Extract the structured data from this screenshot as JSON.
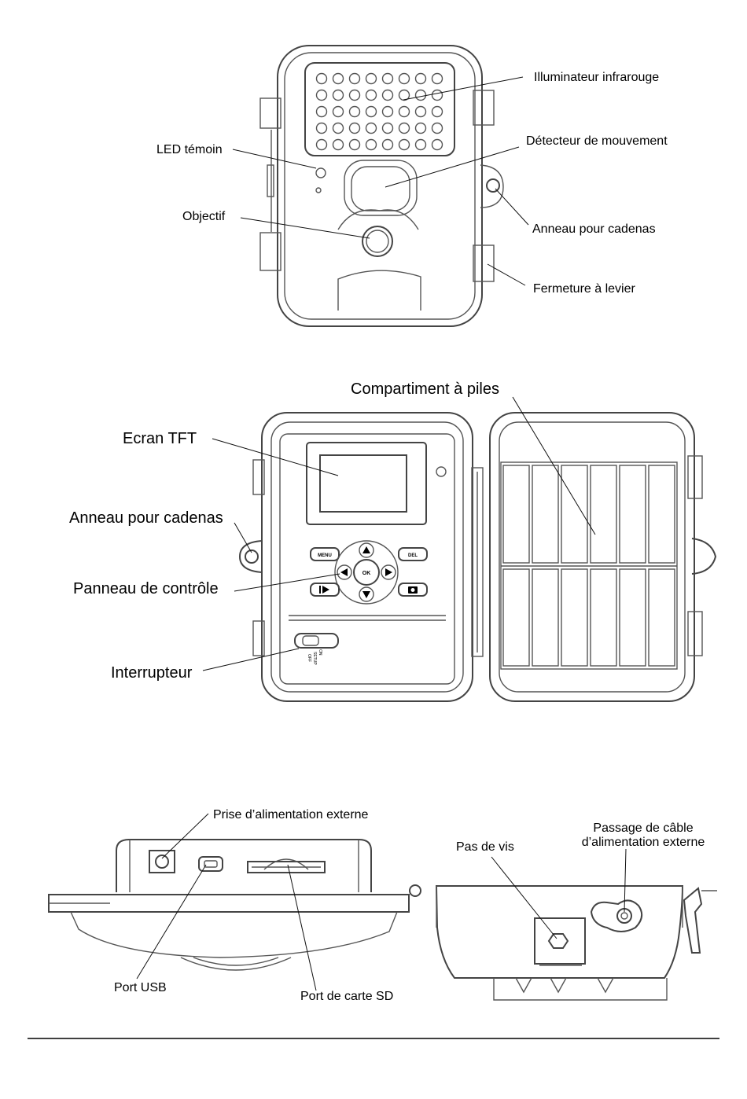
{
  "figure1": {
    "labels": {
      "ir": "Illuminateur infrarouge",
      "led": "LED témoin",
      "motion": "Détecteur de mouvement",
      "lock_ring": "Anneau pour cadenas",
      "lens": "Objectif",
      "latch": "Fermeture à levier"
    }
  },
  "figure2": {
    "labels": {
      "battery": "Compartiment à piles",
      "screen": "Ecran TFT",
      "lock_ring": "Anneau pour cadenas",
      "panel": "Panneau de contrôle",
      "switch": "Interrupteur"
    },
    "buttons": {
      "menu": "MENU",
      "del": "DEL",
      "ok": "OK"
    },
    "switch_positions": [
      "OFF",
      "SETUP",
      "ON"
    ]
  },
  "figure3": {
    "labels": {
      "dc_in": "Prise d’alimentation externe",
      "cable_pass_1": "Passage de câble",
      "cable_pass_2": "d’alimentation externe",
      "tripod": "Pas de vis",
      "usb": "Port USB",
      "sd": "Port de carte SD"
    }
  }
}
